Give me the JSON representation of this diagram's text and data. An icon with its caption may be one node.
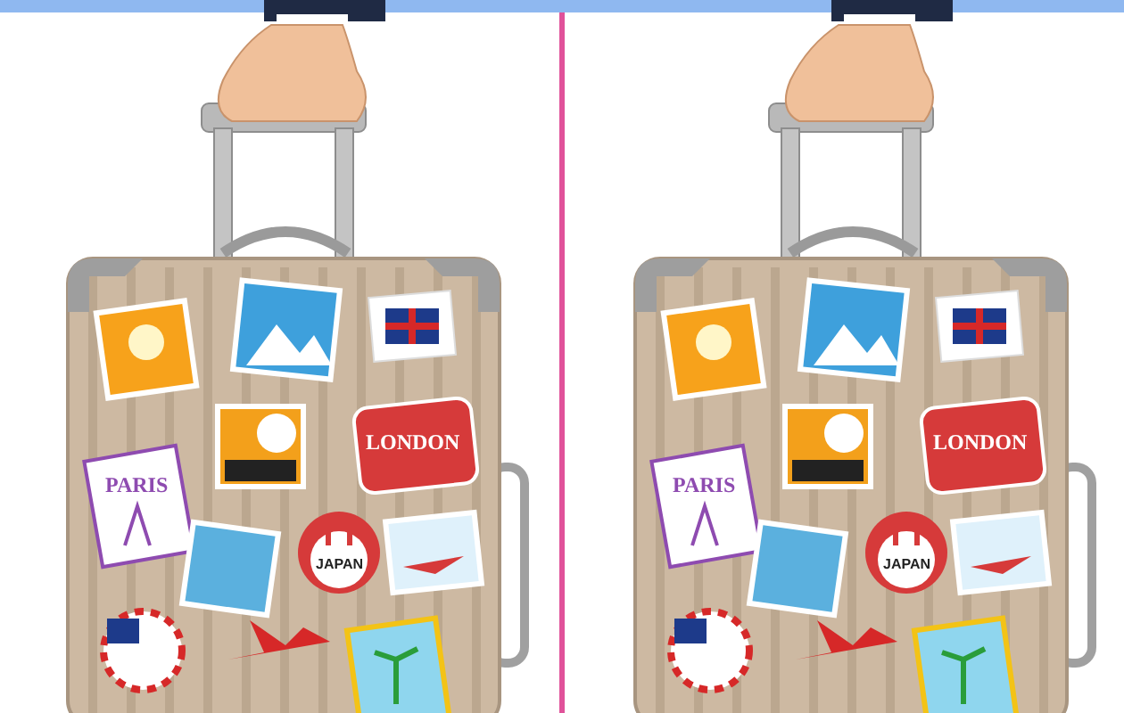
{
  "diagram": {
    "labels": [
      "LONDON",
      "PARIS",
      "JAPAN",
      "LONDON",
      "PARIS",
      "JAPAN"
    ]
  }
}
